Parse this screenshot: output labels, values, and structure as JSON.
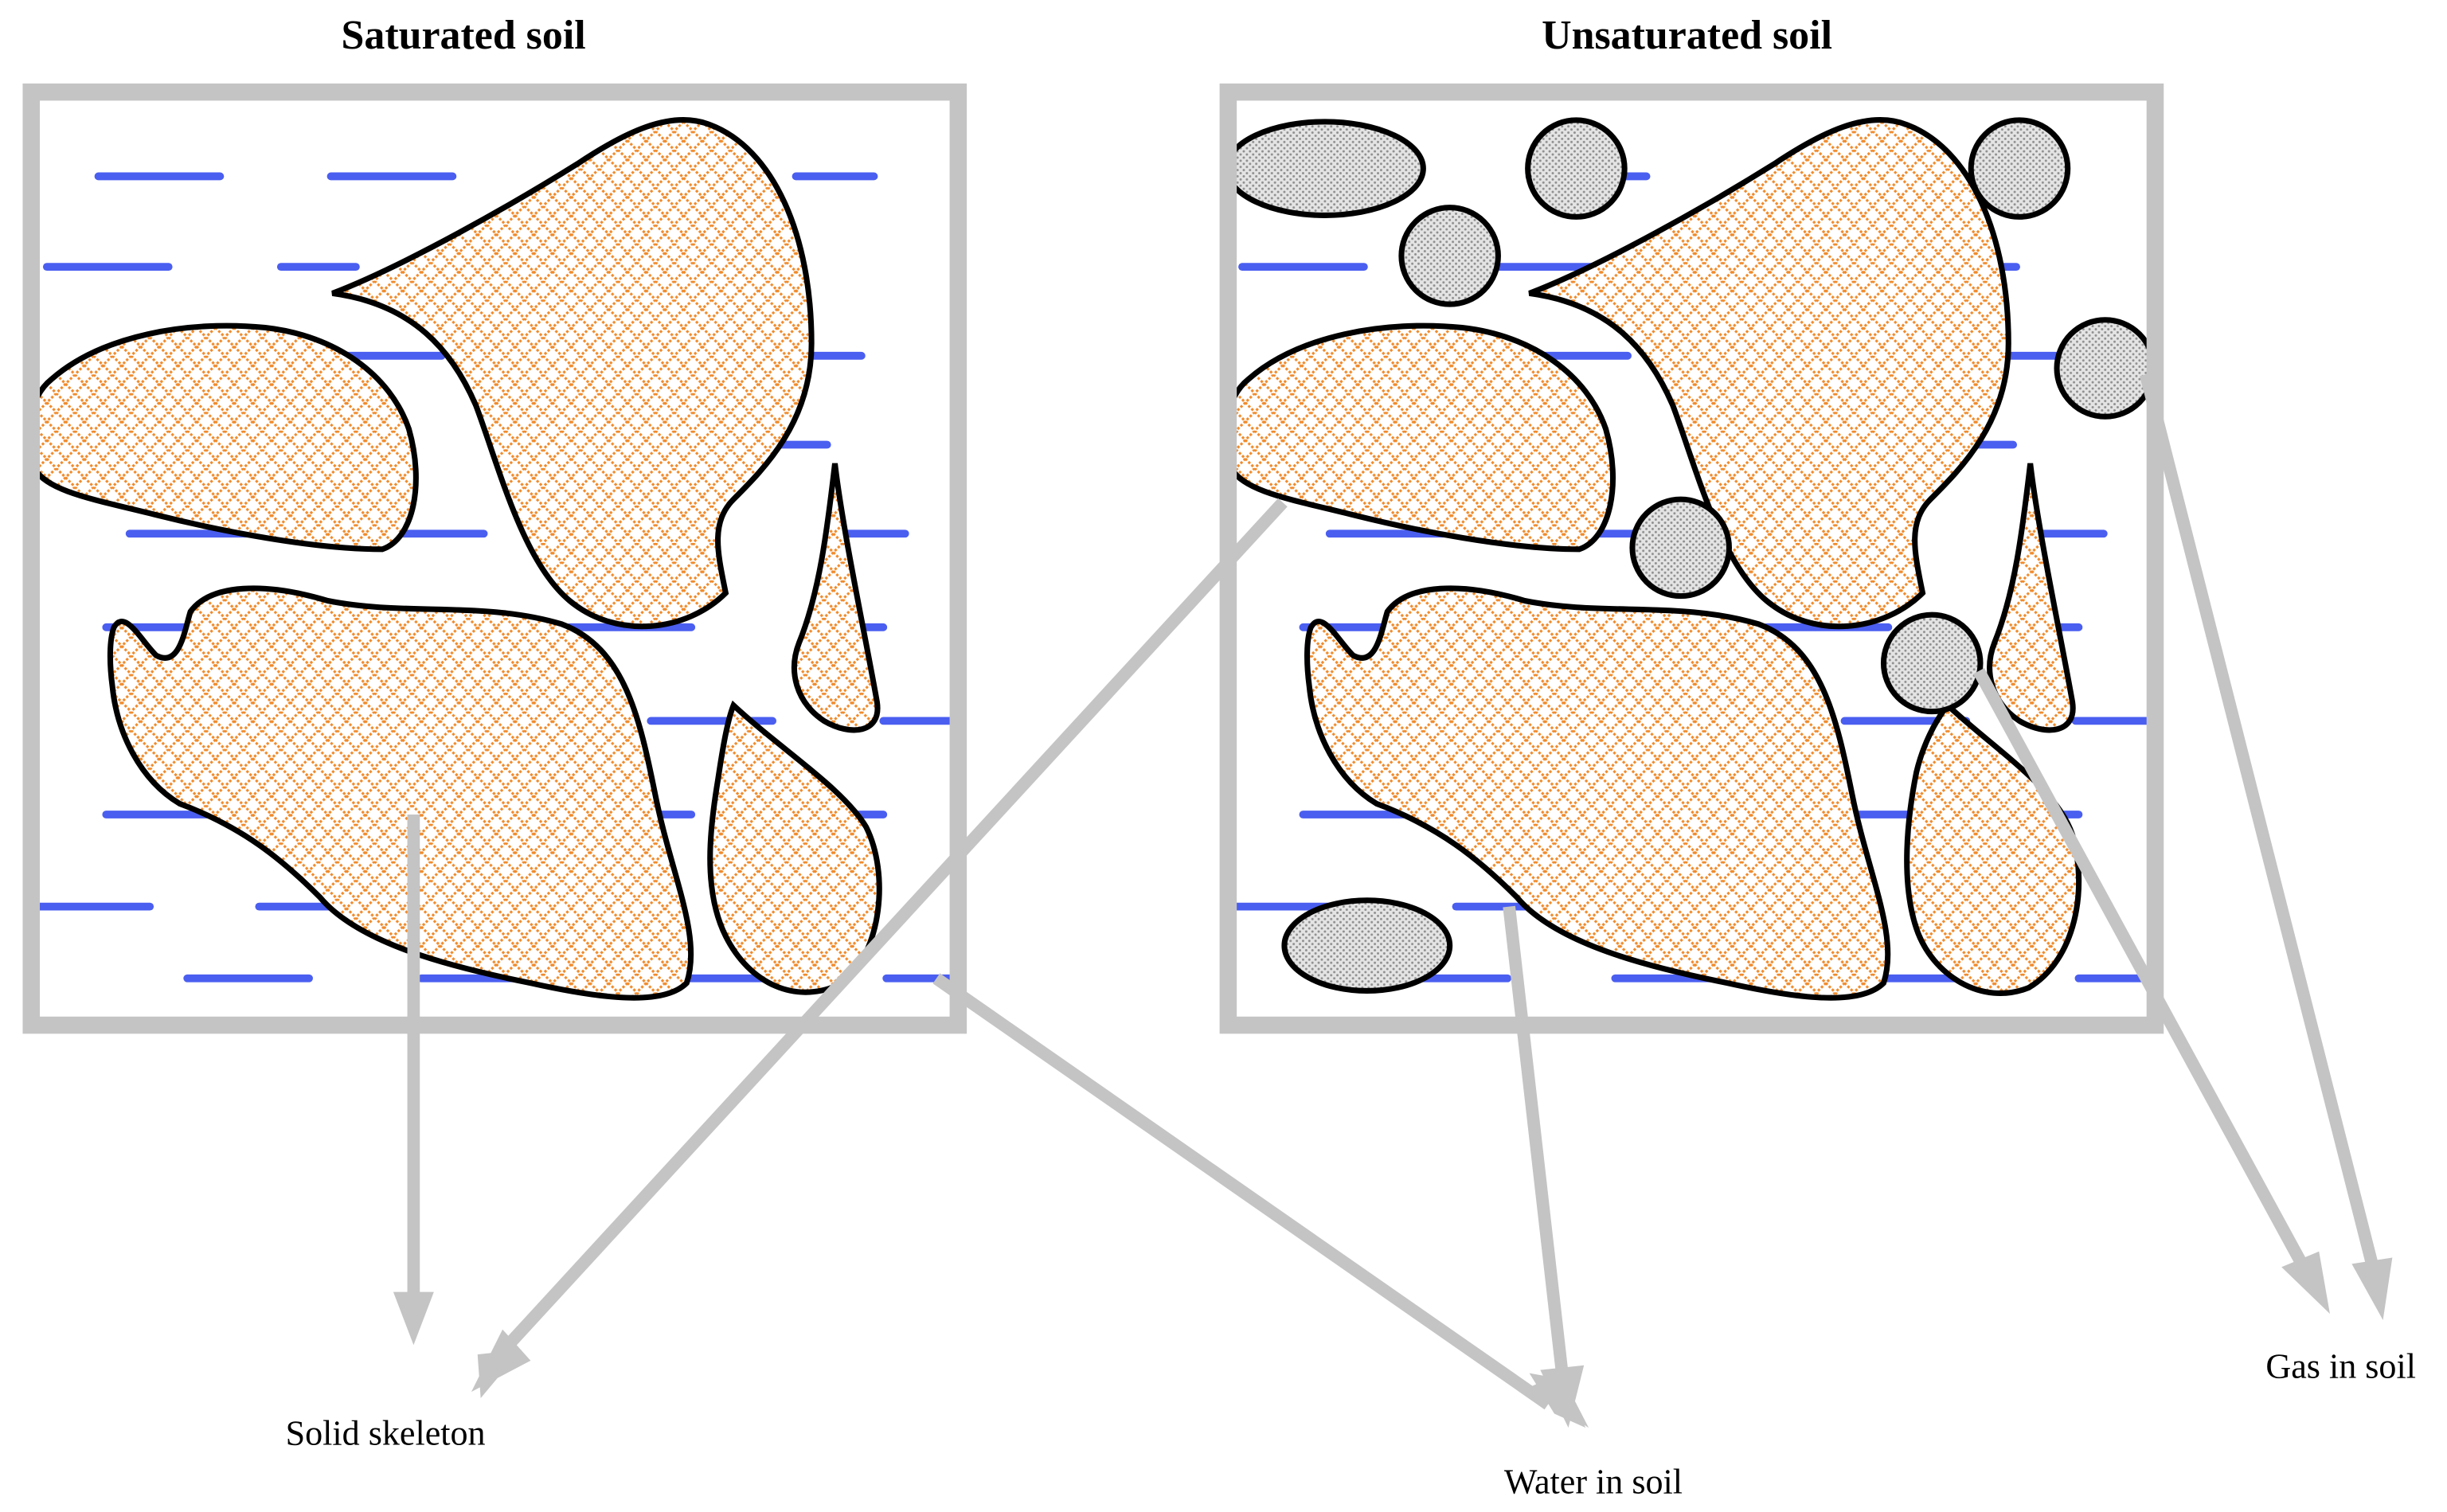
{
  "titles": {
    "left": "Saturated soil",
    "right": "Unsaturated soil"
  },
  "labels": {
    "solid": "Solid skeleton",
    "water": "Water in soil",
    "gas": "Gas in soil"
  },
  "colors": {
    "particle_hatch": "#f08a2a",
    "water": "#4a5ef0",
    "frame": "#c4c4c4",
    "arrow": "#c4c4c4",
    "bubble_dots": "#8f8f8f"
  }
}
